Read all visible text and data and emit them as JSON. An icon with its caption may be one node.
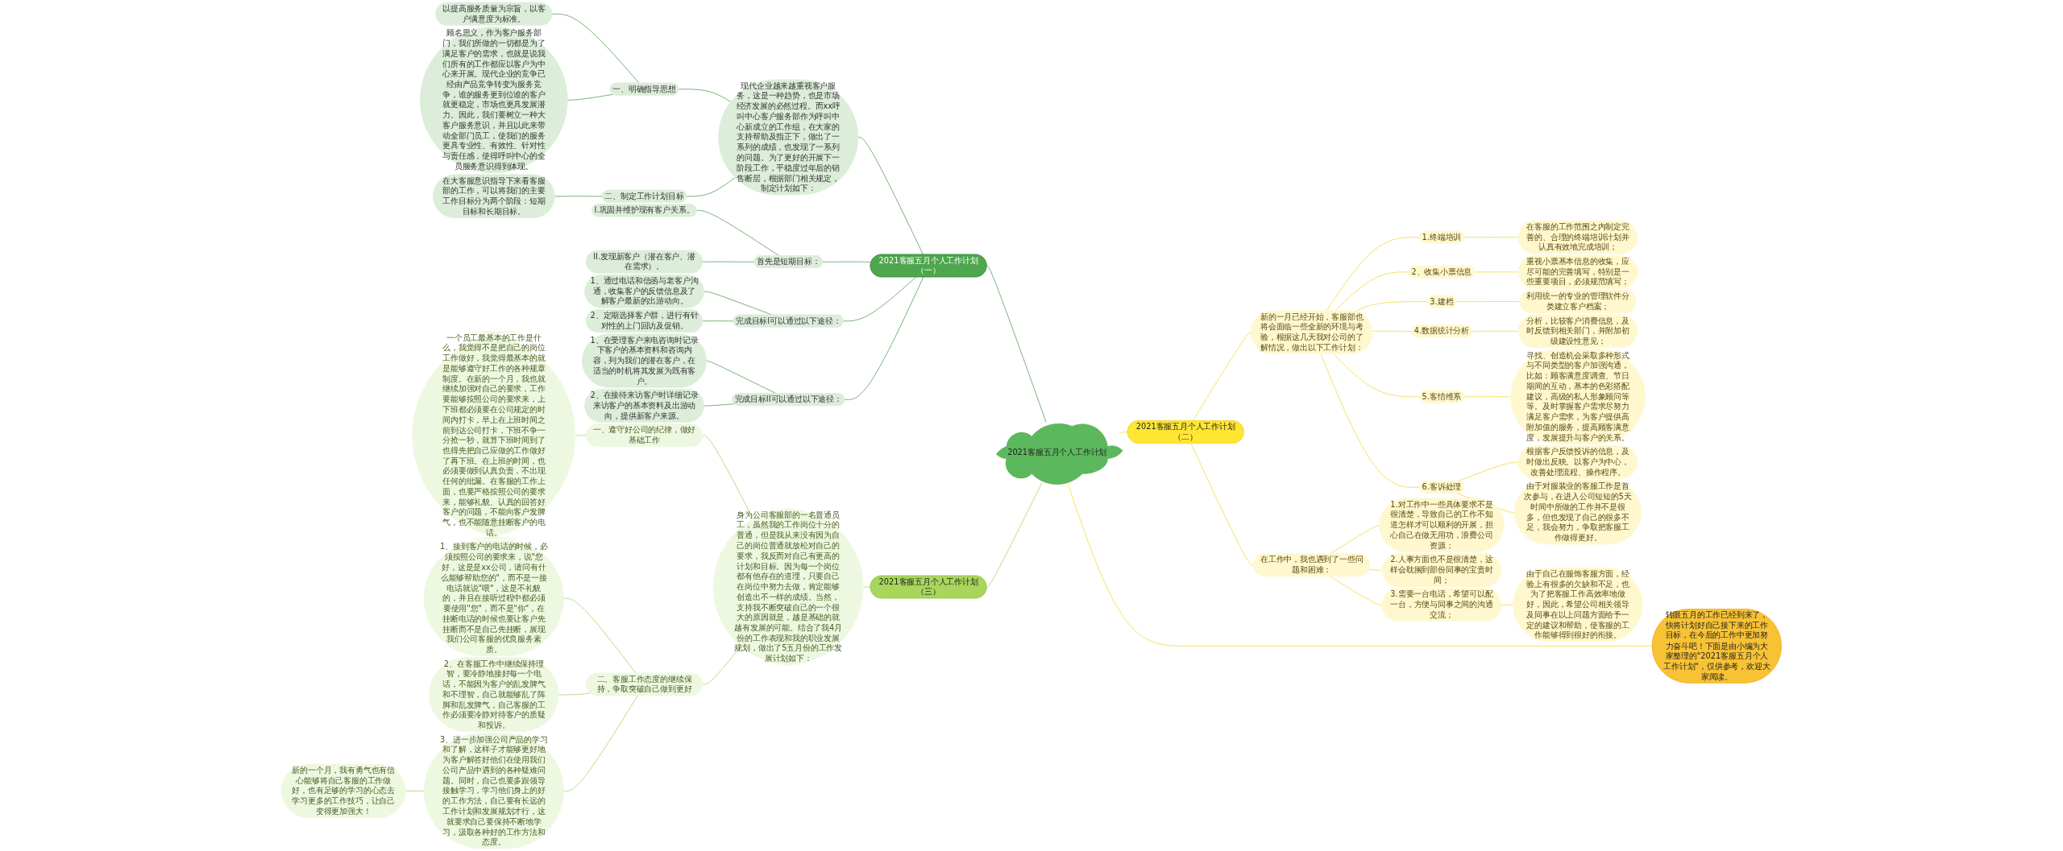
{
  "diagram": {
    "nodes": [
      {
        "text": [
          "2021客服五月个人工作计划"
        ]
      },
      {
        "text": [
          "2021客服五月个人工作计划（一）"
        ]
      },
      {
        "text": [
          "现代企业越来越重视客户服务，这是一种趋势，也是市场经济发展的必然过程。而xx呼叫中心客户服务部作为呼叫中心新成立的工作组，在大家的支持帮助及指正下，做出了一系列的成绩，也发现了一系列的问题。为了更好的开展下一阶段工作，平稳度过年后的销售断层，根据部门相关规定，制定计划如下："
        ]
      },
      {
        "text": [
          "一、明确指导思想"
        ]
      },
      {
        "text": [
          "以提高服务质量为宗旨，以客户满意度为标准。"
        ]
      },
      {
        "text": [
          "顾名思义，作为客户服务部门，我们所做的一切都是为了满足客户的需求，也就是说我们所有的工作都应以客户为中心来开展。现代企业的竞争已经由产品竞争转变为服务竞争，谁的服务更到位谁的客户就更稳定，市场也更具发展潜力。因此，我们要树立一种大客户服务意识，并且以此来带动全部门员工，使我们的服务更具专业性、有效性、针对性与责任感，使得呼叫中心的全员服务意识得到体现。"
        ]
      },
      {
        "text": [
          "二、制定工作计划目标"
        ]
      },
      {
        "text": [
          "在大客服意识指导下来看客服部的工作，可以将我们的主要工作目标分为两个阶段：短期目标和长期目标。"
        ]
      },
      {
        "text": [
          "首先是短期目标："
        ]
      },
      {
        "text": [
          "I.巩固并维护现有客户关系。"
        ]
      },
      {
        "text": [
          "II.发现新客户（潜在客户、潜在需求）。"
        ]
      },
      {
        "text": [
          "完成目标I可以通过以下途径："
        ]
      },
      {
        "text": [
          "1、通过电话和信函与老客户沟通，收集客户的反馈信息及了解客户最新的出游动向。"
        ]
      },
      {
        "text": [
          "2、定期选择客户群，进行有针对性的上门回访及促销。"
        ]
      },
      {
        "text": [
          "完成目标II可以通过以下途径："
        ]
      },
      {
        "text": [
          "1、在受理客户来电咨询时记录下客户的基本资料和咨询内容，列为我们的潜在客户，在适当的时机将其发展为既有客户。"
        ]
      },
      {
        "text": [
          "2、在接待来访客户时详细记录来访客户的基本资料及出游动向，提供新客户来源。"
        ]
      },
      {
        "text": [
          "2021客服五月个人工作计划（三）"
        ]
      },
      {
        "text": [
          "身为公司客服部的一名普通员工，虽然我的工作岗位十分的普通，但是我从来没有因为自己的岗位普通就放松对自己的要求，我反而对自己有更高的计划和目标。因为每一个岗位都有他存在的道理，只要自己在岗位中努力去做，肯定能够创造出不一样的成绩。当然，支持我不断突破自己的一个很大的原因就是，越是基础的就越有发展的可能。结合了我4月份的工作表现和我的职业发展规划，做出了5五月份的工作发展计划如下："
        ]
      },
      {
        "text": [
          "一、遵守好公司的纪律，做好基础工作"
        ]
      },
      {
        "text": [
          "一个员工最基本的工作是什么，我觉得不是把自己的岗位工作做好，我觉得最基本的就是能够遵守好工作的各种规章制度。在新的一个月，我也就继续加强对自己的要求，工作要能够按照公司的要求来，上下班都必须要在公司规定的时间内打卡，早上在上班时间之前到达公司打卡，下班不争一分抢一秒，就算下班时间到了也得先把自己应做的工作做好了再下班。在上班的时间，也必须要做到认真负责，不出现任何的纰漏。在客服的工作上面，也要严格按照公司的要求来，能够礼貌、认真的回答好客户的问题，不能向客户发脾气，也不能随意挂断客户的电话。"
        ]
      },
      {
        "text": [
          "二、客服工作态度的继续保持，争取突破自己做到更好"
        ]
      },
      {
        "text": [
          "1、接到客户的电话的时候，必须按照公司的要求来，说\"您好，这是是xx公司，请问有什么能够帮助您的\"，而不是一接电话就说\"喂\"，这是不礼貌的，并且在接听过程中都必须要使用\"您\"，而不是\"你\"，在挂断电话的时候也要让客户先挂断而不是自己先挂断，展现我们公司客服的优良服务素质。"
        ]
      },
      {
        "text": [
          "2、在客服工作中继续保持理智，要冷静地接好每一个电话，不能因为客户的乱发脾气和不理智，自己就能够乱了阵脚和乱发脾气，自己客服的工作必须要冷静对待客户的质疑和投诉。"
        ]
      },
      {
        "text": [
          "3、进一步加强公司产品的学习和了解，这样子才能够更好地为客户解答好他们在使用我们公司产品中遇到的各种疑难问题。同时，自己也要多跟领导接触学习，学习他们身上的好的工作方法，自己要有长远的工作计划和发展规划才行，这就要求自己要保持不断地学习，汲取各种好的工作方法和态度。"
        ]
      },
      {
        "text": [
          "新的一个月，我有勇气也有信心能够将自己客服的工作做好，也有足够的学习的心态去学习更多的工作技巧，让自己变得更加强大！"
        ]
      },
      {
        "text": [
          "转眼五月的工作已经到来了，快将计划好自己接下来的工作目标，在今后的工作中更加努力奋斗吧！下面是由小编为大家整理的\"2021客服五月个人工作计划\"，仅供参考，欢迎大家阅读。"
        ]
      },
      {
        "text": [
          "2021客服五月个人工作计划（二）"
        ]
      },
      {
        "text": [
          "新的一月已经开始，客服部也将会面临一些全新的环境与考验，根据这几天我对公司的了解情况，做出以下工作计划："
        ]
      },
      {
        "text": [
          "1.终端培训"
        ]
      },
      {
        "text": [
          "在客服的工作范围之内制定完善的、合理的终端培训计划并认真有效地完成培训；"
        ]
      },
      {
        "text": [
          "2、收集小票信息"
        ]
      },
      {
        "text": [
          "重视小票基本信息的收集，应尽可能的完善填写，特别是一些重要项目，必须规范填写；"
        ]
      },
      {
        "text": [
          "3.建档"
        ]
      },
      {
        "text": [
          "利用统一的专业的管理软件分类建立客户档案；"
        ]
      },
      {
        "text": [
          "4.数据统计分析"
        ]
      },
      {
        "text": [
          "分析，比较客户消费信息，及时反馈到相关部门，并附加初级建设性意见；"
        ]
      },
      {
        "text": [
          "5.客情维系"
        ]
      },
      {
        "text": [
          "寻找、创造机会采取多种形式与不同类型的客户加强沟通，比如：顾客满意度调查、节日期间的互动，基本的色彩搭配建议，高级的私人形象顾问等等。及时掌握客户需求尽努力满足客户需求，为客户提供高附加值的服务，提高顾客满意度，发展提升与客户的关系。"
        ]
      },
      {
        "text": [
          "6.客诉处理"
        ]
      },
      {
        "text": [
          "根据客户反馈投诉的信息，及时做出反映。以客户为中心，改善处理流程、操作程序。"
        ]
      },
      {
        "text": [
          "由于对服装业的客服工作是首次参与，在进入公司短短的5天时间中所做的工作并不是很多，但也发现了自己的很多不足，我会努力，争取把客服工作做得更好。"
        ]
      },
      {
        "text": [
          "在工作中，我也遇到了一些问题和困难："
        ]
      },
      {
        "text": [
          "1.对工作中一些具体要求不是很清楚，导致自己的工作不知道怎样才可以顺利的开展，担心自己在做无用功，浪费公司资源；"
        ]
      },
      {
        "text": [
          "2.人事方面也不是很清楚，这样会耽搁到部份同事的宝贵时间；"
        ]
      },
      {
        "text": [
          "3.需要一台电话，希望可以配一台，方便与同事之间的沟通交流；"
        ]
      },
      {
        "text": [
          "由于自己在服饰客服方面，经验上有很多的欠缺和不足，也为了把客服工作高效率地做好，因此，希望公司相关领导及同事在以上问题方面给予一定的建议和帮助，使客服的工作能够得到很好的衔接。"
        ]
      }
    ],
    "edges": [
      {
        "from": 0,
        "to": 1,
        "arrow": "none",
        "color": "#5a9e5a"
      },
      {
        "from": 1,
        "to": 2,
        "arrow": "none",
        "color": "#5a9e5a"
      },
      {
        "from": 2,
        "to": 3,
        "arrow": "none",
        "color": "#5a9e5a"
      },
      {
        "from": 3,
        "to": 4,
        "arrow": "none",
        "color": "#5a9e5a"
      },
      {
        "from": 3,
        "to": 5,
        "arrow": "none",
        "color": "#5a9e5a"
      },
      {
        "from": 2,
        "to": 6,
        "arrow": "none",
        "color": "#5a9e5a"
      },
      {
        "from": 6,
        "to": 7,
        "arrow": "none",
        "color": "#5a9e5a"
      },
      {
        "from": 1,
        "to": 8,
        "arrow": "none",
        "color": "#5a9e5a"
      },
      {
        "from": 8,
        "to": 9,
        "arrow": "none",
        "color": "#5a9e5a"
      },
      {
        "from": 8,
        "to": 10,
        "arrow": "none",
        "color": "#5a9e5a"
      },
      {
        "from": 1,
        "to": 11,
        "arrow": "none",
        "color": "#5a9e5a"
      },
      {
        "from": 11,
        "to": 12,
        "arrow": "none",
        "color": "#5a9e5a"
      },
      {
        "from": 11,
        "to": 13,
        "arrow": "none",
        "color": "#5a9e5a"
      },
      {
        "from": 1,
        "to": 14,
        "arrow": "none",
        "color": "#5a9e5a"
      },
      {
        "from": 14,
        "to": 15,
        "arrow": "none",
        "color": "#5a9e5a"
      },
      {
        "from": 14,
        "to": 16,
        "arrow": "none",
        "color": "#5a9e5a"
      },
      {
        "from": 0,
        "to": 17,
        "arrow": "none",
        "color": "#a9d46a"
      },
      {
        "from": 17,
        "to": 18,
        "arrow": "none",
        "color": "#a9d46a"
      },
      {
        "from": 18,
        "to": 19,
        "arrow": "none",
        "color": "#a9d46a"
      },
      {
        "from": 19,
        "to": 20,
        "arrow": "none",
        "color": "#a9d46a"
      },
      {
        "from": 18,
        "to": 21,
        "arrow": "none",
        "color": "#a9d46a"
      },
      {
        "from": 21,
        "to": 22,
        "arrow": "none",
        "color": "#a9d46a"
      },
      {
        "from": 21,
        "to": 23,
        "arrow": "none",
        "color": "#a9d46a"
      },
      {
        "from": 21,
        "to": 24,
        "arrow": "none",
        "color": "#a9d46a"
      },
      {
        "from": 24,
        "to": 25,
        "arrow": "none",
        "color": "#a9d46a"
      },
      {
        "from": 0,
        "to": 26,
        "arrow": "none"
      },
      {
        "from": 0,
        "to": 27,
        "arrow": "none"
      },
      {
        "from": 27,
        "to": 28,
        "arrow": "none"
      },
      {
        "from": 28,
        "to": 29,
        "arrow": "none"
      },
      {
        "from": 29,
        "to": 30,
        "arrow": "none"
      },
      {
        "from": 28,
        "to": 31,
        "arrow": "none"
      },
      {
        "from": 31,
        "to": 32,
        "arrow": "none"
      },
      {
        "from": 28,
        "to": 33,
        "arrow": "none"
      },
      {
        "from": 33,
        "to": 34,
        "arrow": "none"
      },
      {
        "from": 28,
        "to": 35,
        "arrow": "none"
      },
      {
        "from": 35,
        "to": 36,
        "arrow": "none"
      },
      {
        "from": 28,
        "to": 37,
        "arrow": "none"
      },
      {
        "from": 37,
        "to": 38,
        "arrow": "none"
      },
      {
        "from": 28,
        "to": 39,
        "arrow": "none"
      },
      {
        "from": 39,
        "to": 40,
        "arrow": "none"
      },
      {
        "from": 39,
        "to": 41,
        "arrow": "none"
      },
      {
        "from": 27,
        "to": 42,
        "arrow": "none"
      },
      {
        "from": 42,
        "to": 43,
        "arrow": "none"
      },
      {
        "from": 42,
        "to": 44,
        "arrow": "none"
      },
      {
        "from": 42,
        "to": 45,
        "arrow": "none"
      },
      {
        "from": 45,
        "to": 46,
        "arrow": "none"
      }
    ]
  }
}
